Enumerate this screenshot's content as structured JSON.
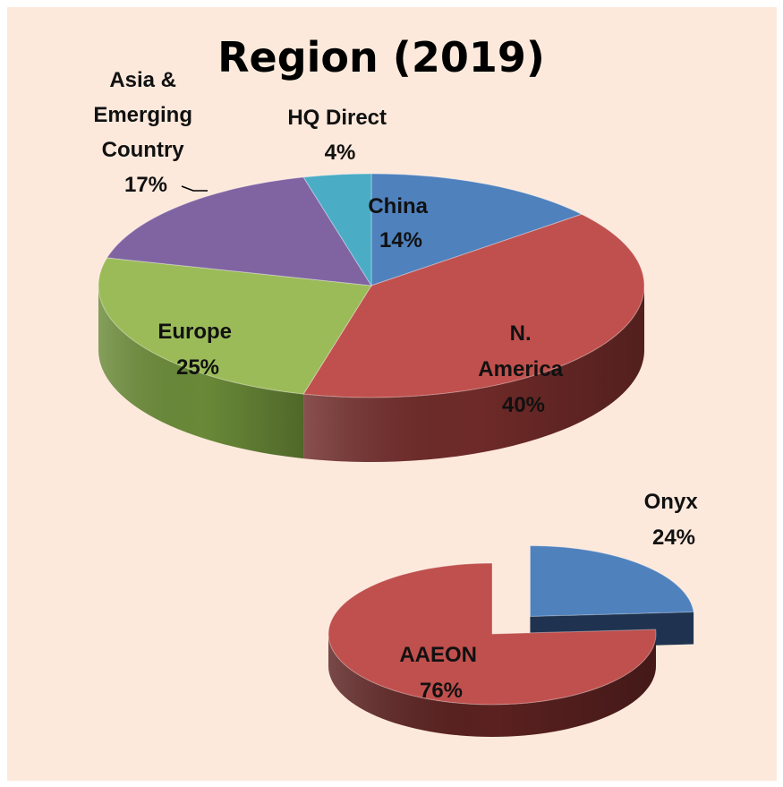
{
  "chart_data": [
    {
      "type": "pie",
      "title": "Region (2019)",
      "slices": [
        {
          "label": "China",
          "value": 14,
          "pct_text": "14%",
          "color": "#4f81bd",
          "side": "#2f5a8e"
        },
        {
          "label": "N. America",
          "value": 40,
          "pct_text": "40%",
          "color": "#c0504d",
          "side": "#6e2a28"
        },
        {
          "label": "Europe",
          "value": 25,
          "pct_text": "25%",
          "color": "#9bbb59",
          "side": "#6a8a38"
        },
        {
          "label": "Asia & Emerging Country",
          "value": 17,
          "pct_text": "17%",
          "color": "#8064a2",
          "side": "#553f72"
        },
        {
          "label": "HQ Direct",
          "value": 4,
          "pct_text": "4%",
          "color": "#4bacc6",
          "side": "#2c7b91"
        }
      ]
    },
    {
      "type": "pie",
      "title": "",
      "slices": [
        {
          "label": "Onyx",
          "value": 24,
          "pct_text": "24%",
          "color": "#4f81bd",
          "side": "#1f3350",
          "exploded": true
        },
        {
          "label": "AAEON",
          "value": 76,
          "pct_text": "76%",
          "color": "#c0504d",
          "side": "#5a2120"
        }
      ]
    }
  ]
}
